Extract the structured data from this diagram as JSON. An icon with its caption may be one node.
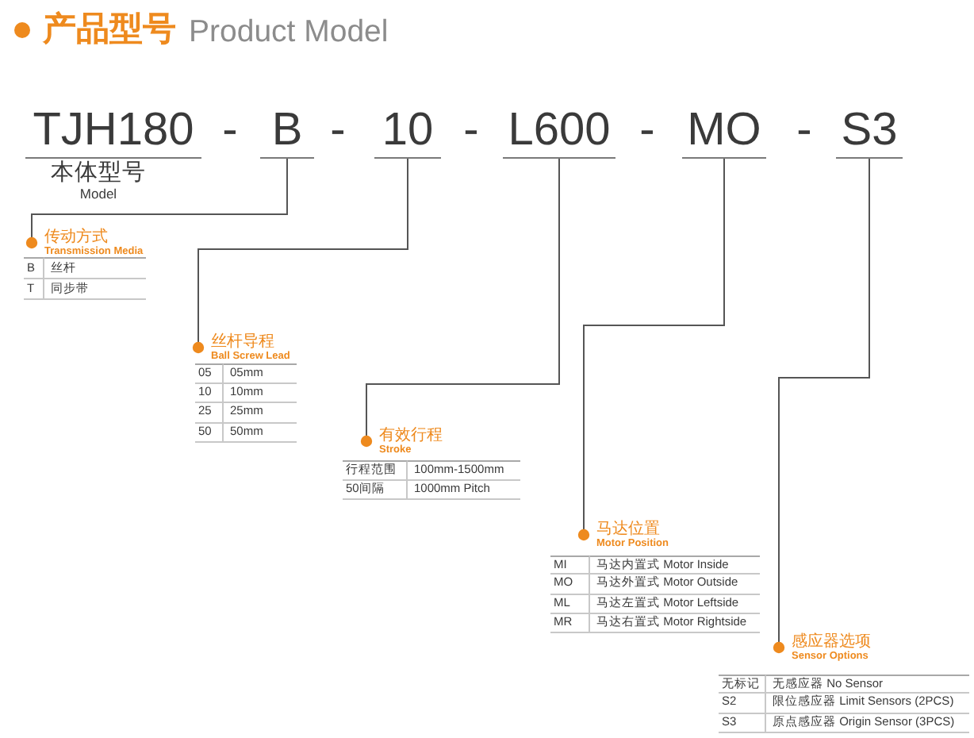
{
  "diagram": {
    "title": "产品型号",
    "nodes": [
      {
        "text": [
          "TJH180"
        ],
        "beside": [
          "本体型号",
          "Model"
        ]
      },
      {
        "text": [
          "B"
        ]
      },
      {
        "text": [
          "10"
        ]
      },
      {
        "text": [
          "L600"
        ]
      },
      {
        "text": [
          "MO"
        ]
      },
      {
        "text": [
          "S3"
        ]
      },
      {
        "text": [
          "传动方式",
          "Transmission Media"
        ]
      },
      {
        "text": [
          "丝杆导程",
          "Ball Screw Lead"
        ]
      },
      {
        "text": [
          "有效行程",
          "Stroke"
        ]
      },
      {
        "text": [
          "马达位置",
          "Motor Position"
        ]
      },
      {
        "text": [
          "感应器选项",
          "Sensor Options"
        ]
      }
    ],
    "edges": [
      {
        "from": 1,
        "to": 6,
        "arrow": "other"
      },
      {
        "from": 2,
        "to": 7,
        "arrow": "other"
      },
      {
        "from": 3,
        "to": 8,
        "arrow": "other"
      },
      {
        "from": 4,
        "to": 9,
        "arrow": "other"
      },
      {
        "from": 5,
        "to": 10,
        "arrow": "other"
      }
    ],
    "labels": [
      "Product Model",
      "-",
      "-",
      "-",
      "-",
      "-",
      "B",
      "丝杆",
      "T",
      "同步带",
      "05",
      "05mm",
      "10",
      "10mm",
      "25",
      "25mm",
      "50",
      "50mm",
      "行程范围",
      "100mm-1500mm",
      "50间隔",
      "1000mm Pitch",
      "MI",
      "马达内置式 Motor Inside",
      "MO",
      "马达外置式 Motor Outside",
      "ML",
      "马达左置式 Motor Leftside",
      "MR",
      "马达右置式 Motor Rightside",
      "无标记",
      "无感应器 No Sensor",
      "S2",
      "限位感应器 Limit Sensors (2PCS)",
      "S3",
      "原点感应器 Origin Sensor (3PCS)"
    ]
  }
}
